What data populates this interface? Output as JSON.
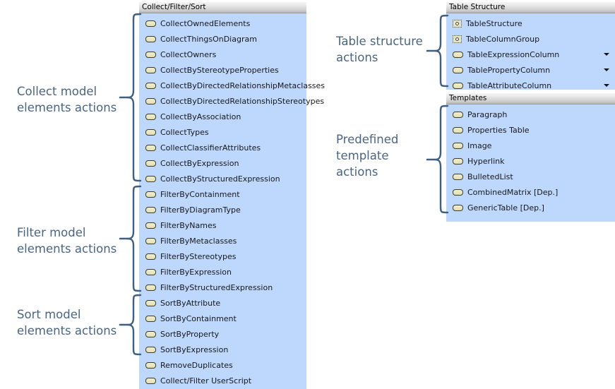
{
  "panels": [
    {
      "id": "collect-filter-sort",
      "title": "Collect/Filter/Sort",
      "items": [
        {
          "label": "CollectOwnedElements",
          "icon": "pill-icon",
          "caret": false
        },
        {
          "label": "CollectThingsOnDiagram",
          "icon": "pill-icon",
          "caret": false
        },
        {
          "label": "CollectOwners",
          "icon": "pill-icon",
          "caret": false
        },
        {
          "label": "CollectByStereotypeProperties",
          "icon": "pill-icon",
          "caret": false
        },
        {
          "label": "CollectByDirectedRelationshipMetaclasses",
          "icon": "pill-icon",
          "caret": false
        },
        {
          "label": "CollectByDirectedRelationshipStereotypes",
          "icon": "pill-icon",
          "caret": false
        },
        {
          "label": "CollectByAssociation",
          "icon": "pill-icon",
          "caret": false
        },
        {
          "label": "CollectTypes",
          "icon": "pill-icon",
          "caret": false
        },
        {
          "label": "CollectClassifierAttributes",
          "icon": "pill-icon",
          "caret": false
        },
        {
          "label": "CollectByExpression",
          "icon": "pill-icon",
          "caret": false
        },
        {
          "label": "CollectByStructuredExpression",
          "icon": "pill-icon",
          "caret": false
        },
        {
          "label": "FilterByContainment",
          "icon": "pill-icon",
          "caret": false
        },
        {
          "label": "FilterByDiagramType",
          "icon": "pill-icon",
          "caret": false
        },
        {
          "label": "FilterByNames",
          "icon": "pill-icon",
          "caret": false
        },
        {
          "label": "FilterByMetaclasses",
          "icon": "pill-icon",
          "caret": false
        },
        {
          "label": "FilterByStereotypes",
          "icon": "pill-icon",
          "caret": false
        },
        {
          "label": "FilterByExpression",
          "icon": "pill-icon",
          "caret": false
        },
        {
          "label": "FilterByStructuredExpression",
          "icon": "pill-icon",
          "caret": false
        },
        {
          "label": "SortByAttribute",
          "icon": "pill-icon",
          "caret": false
        },
        {
          "label": "SortByContainment",
          "icon": "pill-icon",
          "caret": false
        },
        {
          "label": "SortByProperty",
          "icon": "pill-icon",
          "caret": false
        },
        {
          "label": "SortByExpression",
          "icon": "pill-icon",
          "caret": false
        },
        {
          "label": "RemoveDuplicates",
          "icon": "pill-icon",
          "caret": false
        },
        {
          "label": "Collect/Filter UserScript",
          "icon": "pill-icon",
          "caret": false
        }
      ]
    },
    {
      "id": "table-structure",
      "title": "Table Structure",
      "items": [
        {
          "label": "TableStructure",
          "icon": "structure-icon",
          "caret": false
        },
        {
          "label": "TableColumnGroup",
          "icon": "structure-icon",
          "caret": false
        },
        {
          "label": "TableExpressionColumn",
          "icon": "pill-icon",
          "caret": true
        },
        {
          "label": "TablePropertyColumn",
          "icon": "pill-icon",
          "caret": true
        },
        {
          "label": "TableAttributeColumn",
          "icon": "pill-icon",
          "caret": true
        }
      ]
    },
    {
      "id": "templates",
      "title": "Templates",
      "items": [
        {
          "label": "Paragraph",
          "icon": "pill-icon",
          "caret": false
        },
        {
          "label": "Properties Table",
          "icon": "pill-icon",
          "caret": false
        },
        {
          "label": "Image",
          "icon": "pill-icon",
          "caret": false
        },
        {
          "label": "Hyperlink",
          "icon": "pill-icon",
          "caret": false
        },
        {
          "label": "BulletedList",
          "icon": "pill-icon",
          "caret": false
        },
        {
          "label": "CombinedMatrix [Dep.]",
          "icon": "pill-icon",
          "caret": false
        },
        {
          "label": "GenericTable [Dep.]",
          "icon": "pill-icon",
          "caret": false
        }
      ]
    }
  ],
  "annotations": [
    {
      "id": "collect-model-elements-actions",
      "text": "Collect model\nelements actions"
    },
    {
      "id": "filter-model-elements-actions",
      "text": "Filter model\nelements actions"
    },
    {
      "id": "sort-model-elements-actions",
      "text": "Sort model\nelements actions"
    },
    {
      "id": "table-structure-actions",
      "text": "Table structure\nactions"
    },
    {
      "id": "predefined-template-actions",
      "text": "Predefined\ntemplate\nactions"
    }
  ],
  "colors": {
    "panel_background": "#bed7fd",
    "annotation_text": "#4a6583",
    "brace_stroke": "#3e5f80",
    "icon_fill": "#e7e4bd",
    "header_text": "#000000"
  }
}
